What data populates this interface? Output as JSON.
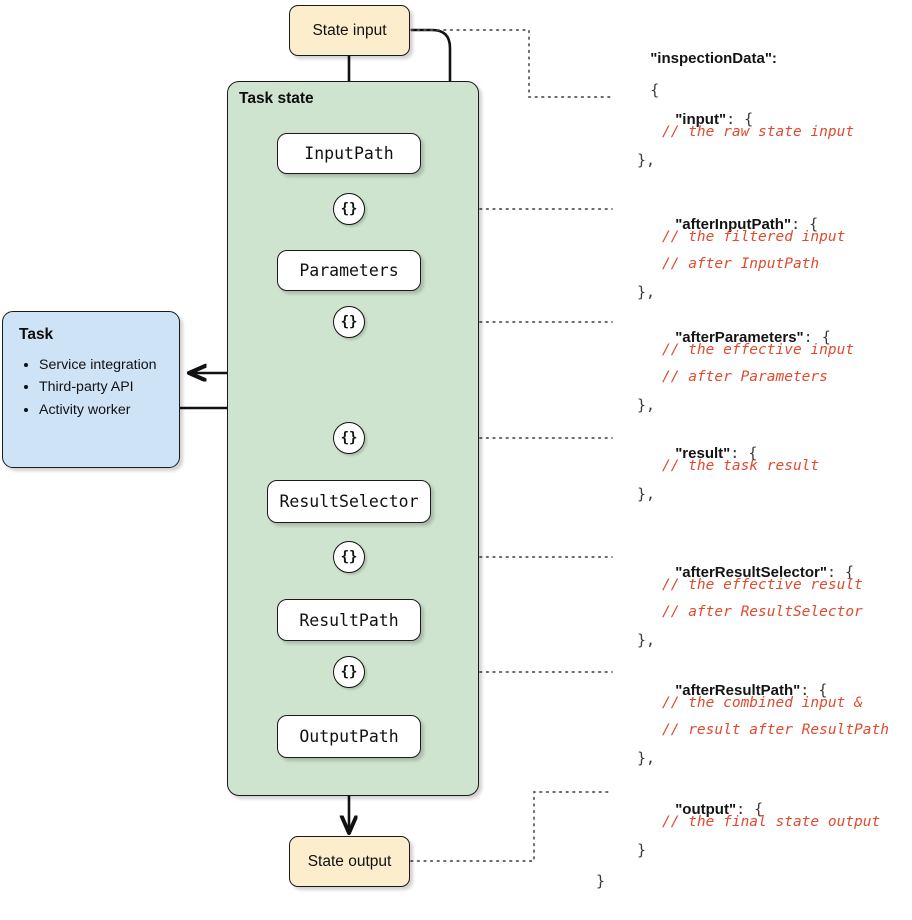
{
  "diagram": {
    "title": "Task state data flow",
    "colors": {
      "state_pill_fill": "#fceecd",
      "task_state_fill": "#cfe4ce",
      "task_box_fill": "#cfe3f7",
      "comment_red": "#e04a2f",
      "stroke": "#1a1a1a"
    }
  },
  "state_input": {
    "label": "State input"
  },
  "state_output": {
    "label": "State output"
  },
  "task_state": {
    "label": "Task state",
    "nodes": [
      {
        "id": "input-path",
        "label": "InputPath"
      },
      {
        "id": "parameters",
        "label": "Parameters"
      },
      {
        "id": "result-selector",
        "label": "ResultSelector"
      },
      {
        "id": "result-path",
        "label": "ResultPath"
      },
      {
        "id": "output-path",
        "label": "OutputPath"
      }
    ],
    "junction_label": "{}",
    "junctions": [
      {
        "id": "after-input-path"
      },
      {
        "id": "after-parameters"
      },
      {
        "id": "result"
      },
      {
        "id": "after-result-selector"
      },
      {
        "id": "after-result-path"
      }
    ]
  },
  "task_box": {
    "title": "Task",
    "items": [
      "Service integration",
      "Third-party API",
      "Activity worker"
    ]
  },
  "json_panel": {
    "root_key": "\"inspectionData\":",
    "open_brace": "{",
    "close_brace": "}",
    "entries": [
      {
        "key": "\"input\"",
        "open": ": {",
        "comments": [
          "// the raw state input"
        ],
        "close": "},"
      },
      {
        "key": "\"afterInputPath\"",
        "open": ": {",
        "comments": [
          "// the filtered input",
          "// after InputPath"
        ],
        "close": "},"
      },
      {
        "key": "\"afterParameters\"",
        "open": ": {",
        "comments": [
          "// the effective input",
          "// after Parameters"
        ],
        "close": "},"
      },
      {
        "key": "\"result\"",
        "open": ": {",
        "comments": [
          "// the task result"
        ],
        "close": "},"
      },
      {
        "key": "\"afterResultSelector\"",
        "open": ": {",
        "comments": [
          "// the effective result",
          "// after ResultSelector"
        ],
        "close": "},"
      },
      {
        "key": "\"afterResultPath\"",
        "open": ": {",
        "comments": [
          "// the combined input &",
          "// result after ResultPath"
        ],
        "close": "},"
      },
      {
        "key": "\"output\"",
        "open": ": {",
        "comments": [
          "// the final state output"
        ],
        "close": "}"
      }
    ]
  }
}
